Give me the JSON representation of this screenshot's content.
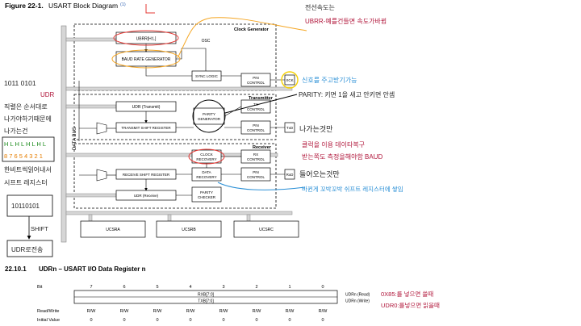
{
  "figure": {
    "title": "Figure 22-1.",
    "caption": "USART Block Diagram",
    "footnote": "(1)"
  },
  "diagram": {
    "clock_generator": "Clock Generator",
    "transmitter": "Transmitter",
    "receiver": "Receiver",
    "data_bus": "DATA BUS",
    "ubrr": "UBRR[H:L]",
    "baud_rate_generator": "BAUD RATE GENERATOR",
    "osc": "OSC",
    "sync_logic": "SYNC LOGIC",
    "pin_control": "PIN",
    "pin_control_2": "CONTROL",
    "xck": "XCK",
    "udr_transmit": "UDR (Transmit)",
    "parity_generator_1": "PARITY",
    "parity_generator_2": "GENERATOR",
    "transmit_shift_register": "TRANSMIT SHIFT REGISTER",
    "tx_control_1": "TX",
    "tx_control_2": "CONTROL",
    "txd": "TxD",
    "clock_recovery_1": "CLOCK",
    "clock_recovery_2": "RECOVERY",
    "rx_control_1": "RX",
    "rx_control_2": "CONTROL",
    "receive_shift_register": "RECEIVE SHIFT REGISTER",
    "data_recovery_1": "DATA",
    "data_recovery_2": "RECOVERY",
    "rxd": "RxD",
    "udr_receive": "UDR (Receive)",
    "parity_checker_1": "PARITY",
    "parity_checker_2": "CHECKER",
    "ucsra": "UCSRA",
    "ucsrb": "UCSRB",
    "ucsrc": "UCSRC"
  },
  "register": {
    "section": "22.10.1",
    "title": "UDRn – USART I/O Data Register n",
    "bit_label": "Bit",
    "bits": [
      "7",
      "6",
      "5",
      "4",
      "3",
      "2",
      "1",
      "0"
    ],
    "rxb": "RXB[7:0]",
    "txb": "TXB[7:0]",
    "udr_read": "UDRn (Read)",
    "udr_write": "UDRn (Write)",
    "rw_label": "Read/Write",
    "rw_values": [
      "R/W",
      "R/W",
      "R/W",
      "R/W",
      "R/W",
      "R/W",
      "R/W",
      "R/W"
    ],
    "init_label": "Initial Value",
    "init_values": [
      "0",
      "0",
      "0",
      "0",
      "0",
      "0",
      "0",
      "0"
    ]
  },
  "annotations": {
    "speed_1": "전선속도는",
    "speed_2": "UBRR-예를건들면 속도가바뀜",
    "xck_note": "신호를 주고받기가능",
    "parity_note": "PARITY: 키면 1을 새고 안키면 안셈",
    "tx_out": "나가는것만",
    "clock_note_1": "클럭을 이용 데이타복구",
    "clock_note_2": "받는쪽도 측정을해야함 BAUD",
    "rx_in": "들어오는것만",
    "shift_note": "바뀐게 꼬박꼬박 쉬프트 레지스터에 쌓임",
    "bits_1011": "1011 0101",
    "udr_label": "UDR",
    "left_1": "직렬은 순서대로",
    "left_2": "나가야하기때문에",
    "left_3": "나가는건",
    "hl_row": "H L H L H L H L",
    "num_row": "8 7 6 5 4 3 2 1",
    "left_4": "한비트씩읽어내서",
    "left_5": "시프트  레지스터",
    "shift_value": "10110101",
    "shift_label": "SHIFT",
    "udr_send": "UDR로전송",
    "write_note_1": "0X85:를 넣으면 쓸때",
    "write_note_2": "UDR0:를넣으면 읽을때"
  }
}
